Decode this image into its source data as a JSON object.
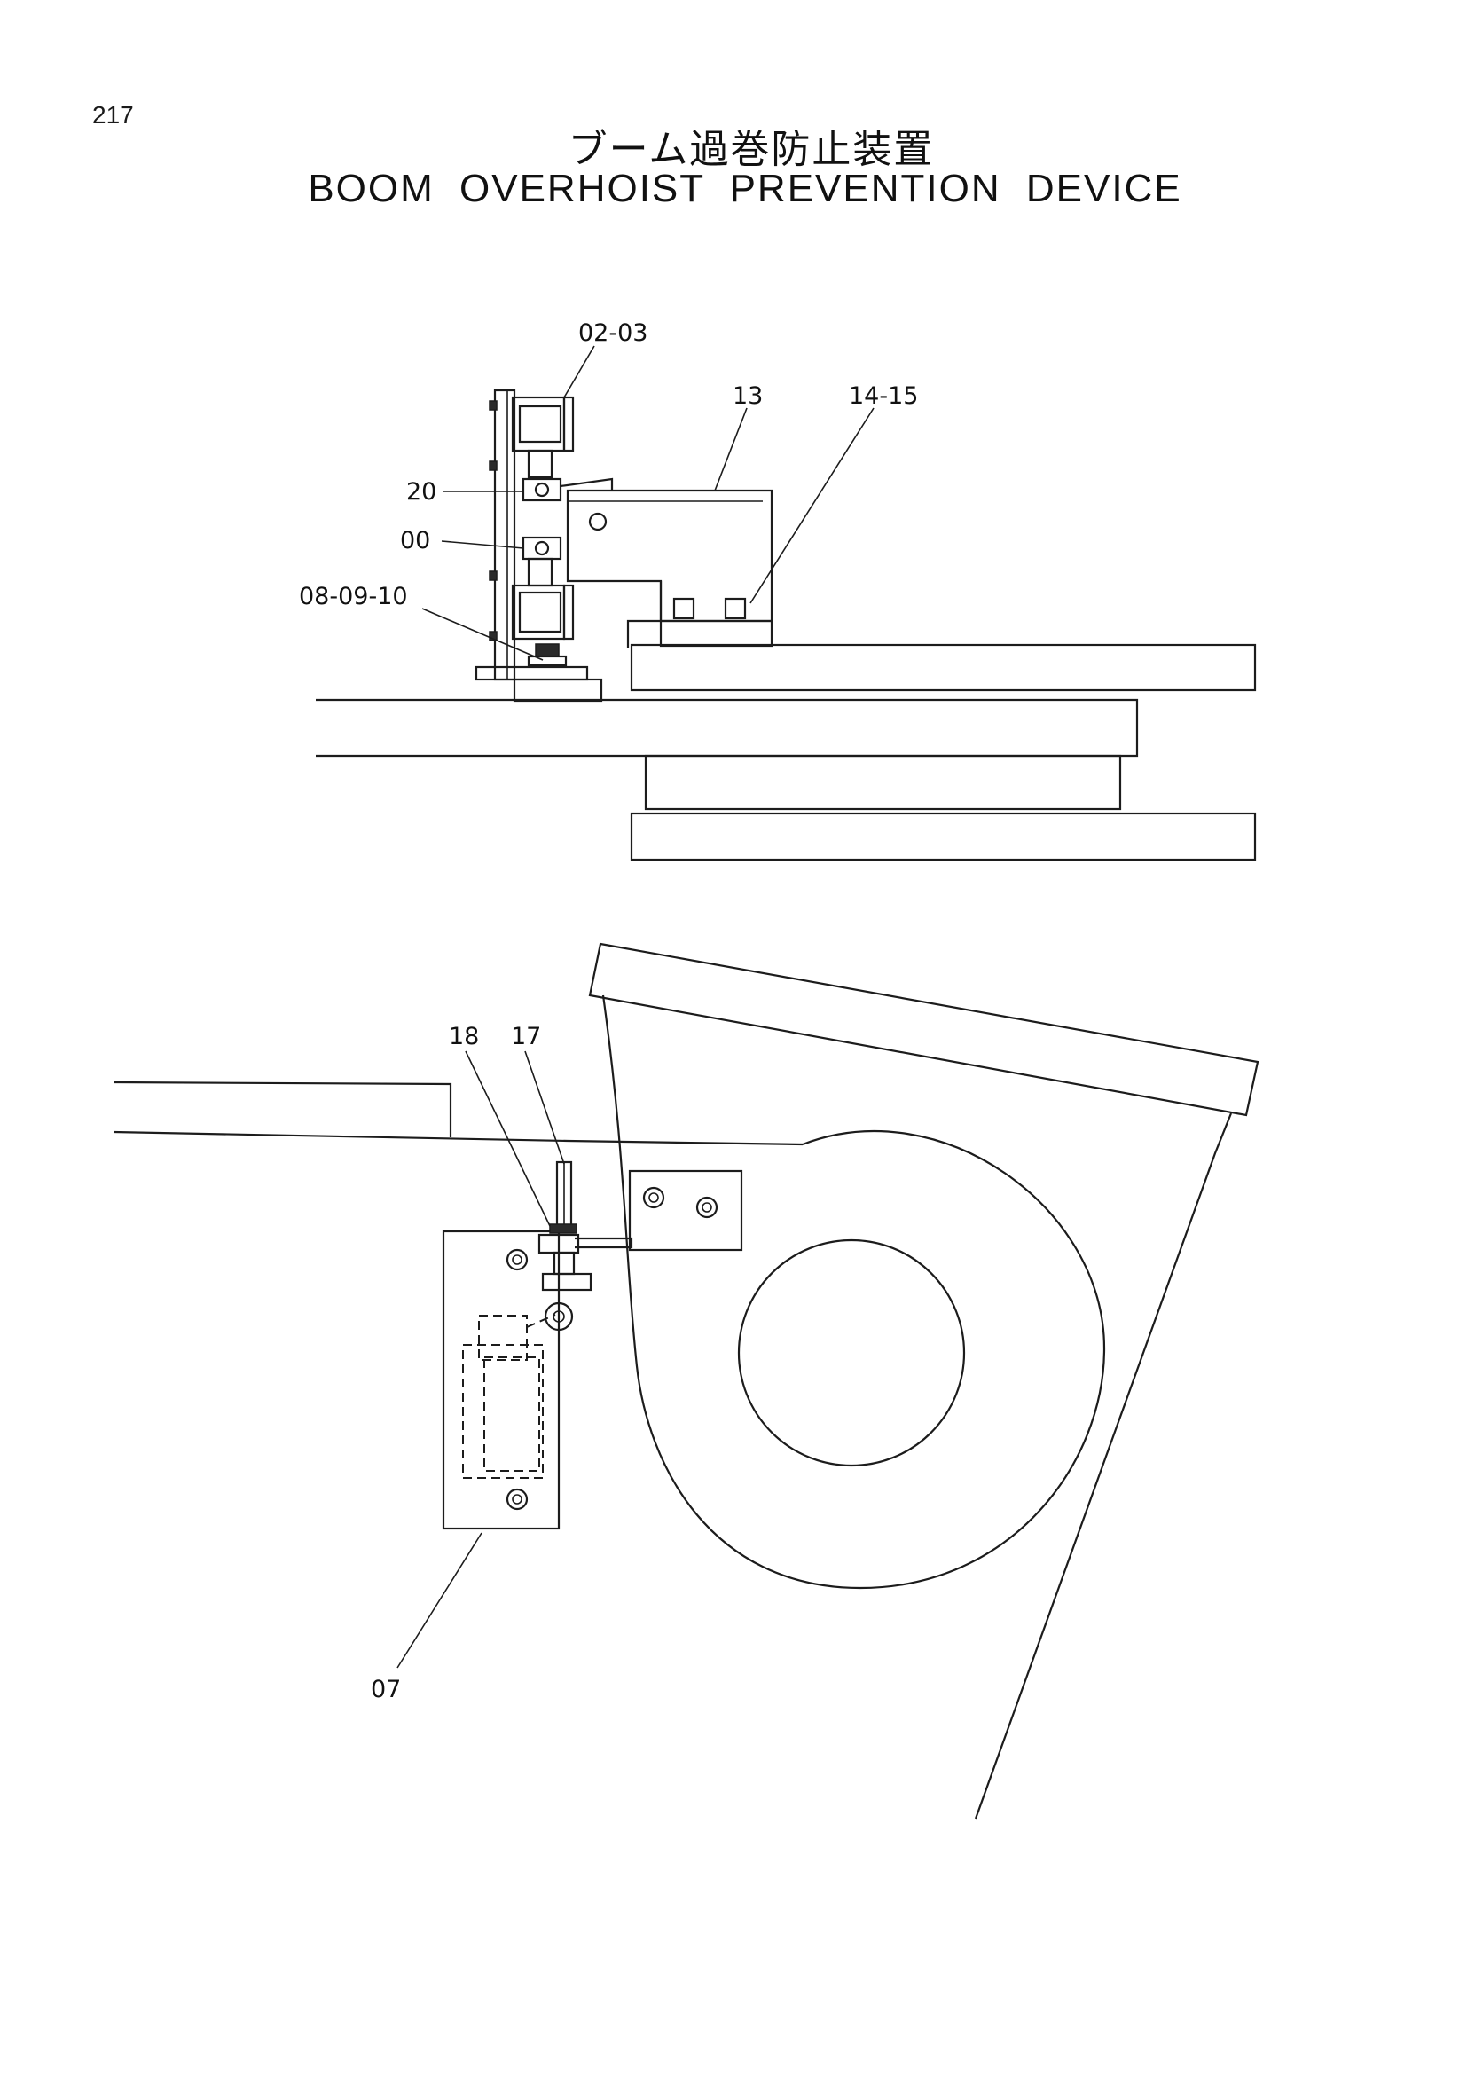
{
  "page": {
    "number": "217",
    "title_jp": "ブーム過巻防止装置",
    "title_en": "BOOM  OVERHOIST  PREVENTION  DEVICE"
  },
  "callouts": {
    "p02_03": "02-03",
    "p13": "13",
    "p14_15": "14-15",
    "p20": "20",
    "p00": "00",
    "p08_09_10": "08-09-10",
    "p18": "18",
    "p17": "17",
    "p07": "07"
  },
  "colors": {
    "line": "#1c1c1c",
    "background": "#ffffff"
  }
}
